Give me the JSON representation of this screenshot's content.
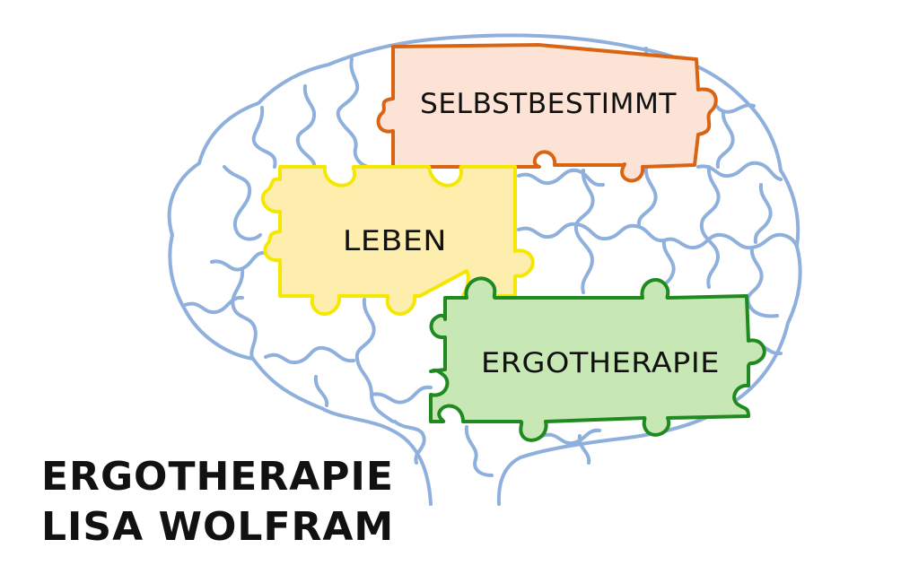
{
  "colors": {
    "outline": "#8fb0dc",
    "selbst_fill": "#fde3d5",
    "selbst_stroke": "#d96414",
    "leben_fill": "#fdeeae",
    "leben_stroke": "#f5e800",
    "ergo_fill": "#c7e8b4",
    "ergo_stroke": "#1f8a1f",
    "text": "#111111"
  },
  "puzzle": {
    "selbst_label": "SELBSTBESTIMMT",
    "leben_label": "LEBEN",
    "ergo_label": "ERGOTHERAPIE"
  },
  "brand": {
    "line1": "ERGOTHERAPIE",
    "line2": "LISA WOLFRAM"
  },
  "icons": {
    "logo": "brain-puzzle-icon"
  }
}
